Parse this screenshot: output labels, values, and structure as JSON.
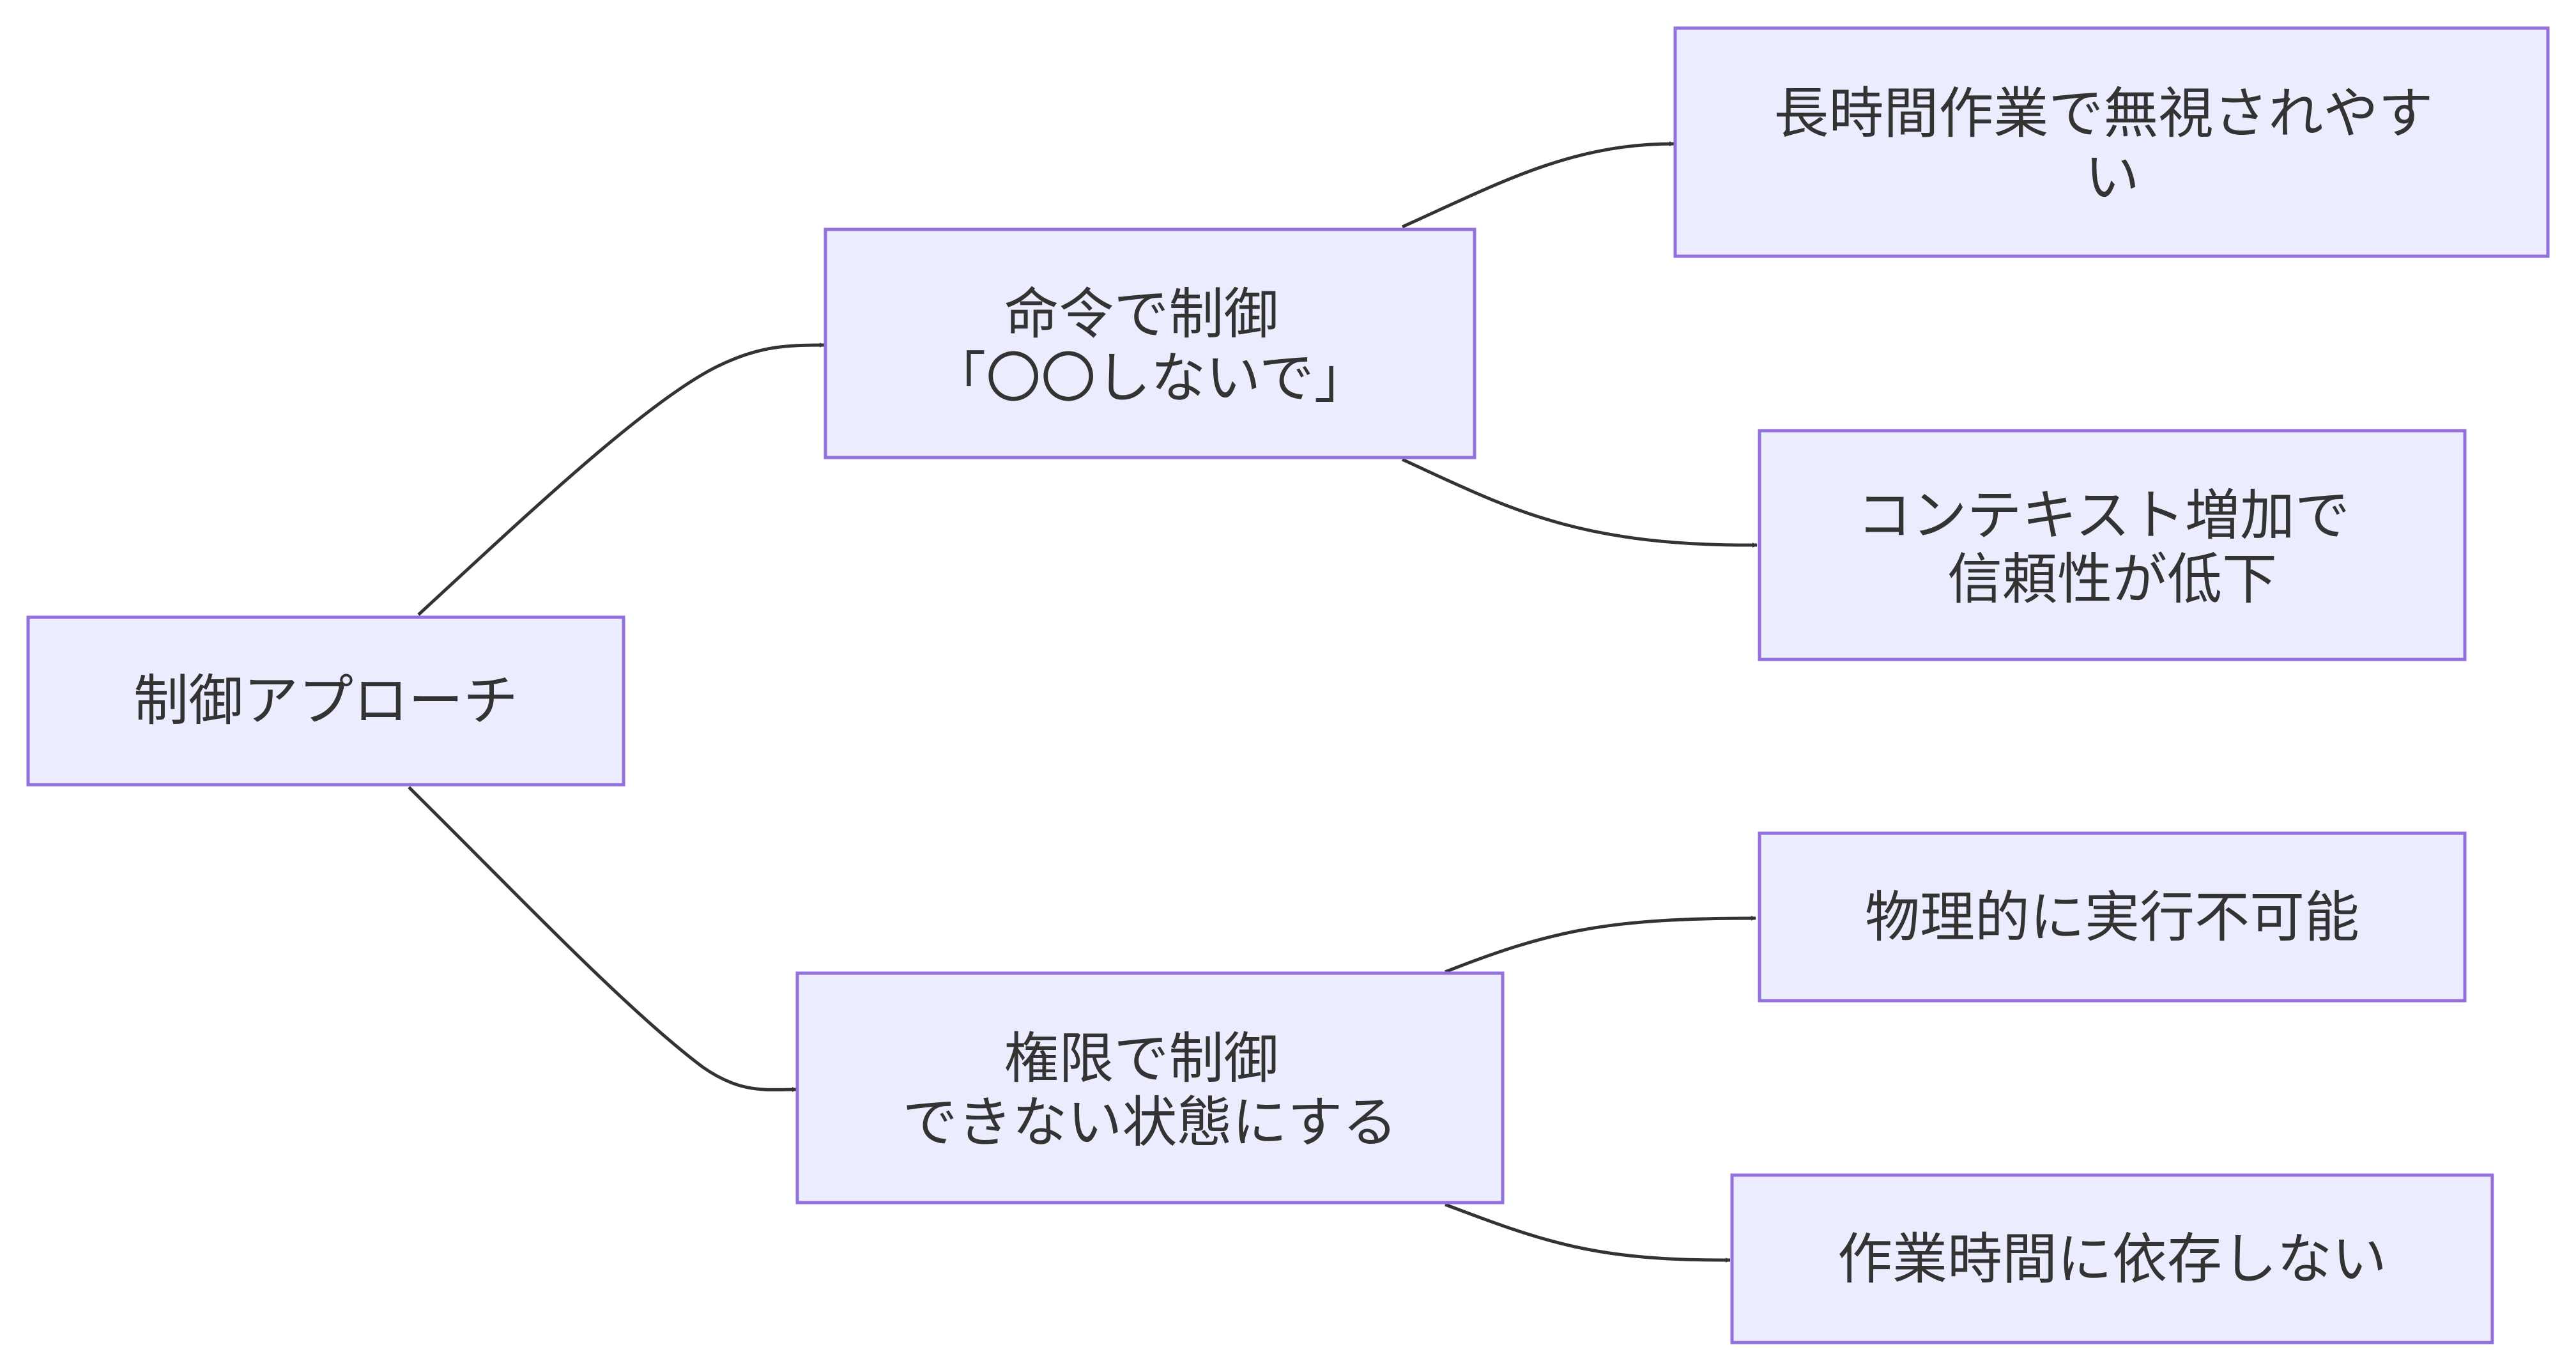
{
  "diagram": {
    "nodes": {
      "root": {
        "lines": [
          "制御アプローチ"
        ]
      },
      "command": {
        "lines": [
          "命令で制御",
          "「〇〇しないで」"
        ]
      },
      "permission": {
        "lines": [
          "権限で制御",
          "できない状態にする"
        ]
      },
      "ignored": {
        "lines": [
          "長時間作業で無視されやす",
          "い"
        ]
      },
      "reliability": {
        "lines": [
          "コンテキスト増加で",
          "信頼性が低下"
        ]
      },
      "impossible": {
        "lines": [
          "物理的に実行不可能"
        ]
      },
      "independent": {
        "lines": [
          "作業時間に依存しない"
        ]
      }
    },
    "colors": {
      "node_fill": "#ececff",
      "node_stroke": "#9370db",
      "edge": "#333333",
      "text": "#333333"
    }
  }
}
